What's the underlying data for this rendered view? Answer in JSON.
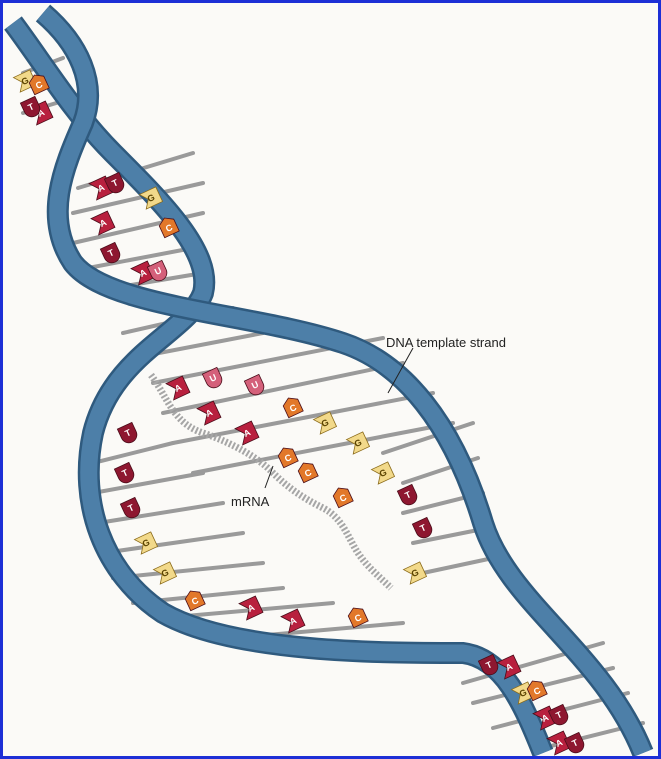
{
  "labels": {
    "dna_template_strand": "DNA  template strand",
    "mrna": "mRNA"
  },
  "colors": {
    "frame": "#1d2fd6",
    "backbone": "#4d7fa8",
    "backbone_dark": "#2f5a7e",
    "rung": "#9a9a9a",
    "maroon": "#8e1730",
    "crimson": "#b8203e",
    "pink": "#d4607a",
    "orange": "#e2782a",
    "yellow": "#f2d98a",
    "mrna_dots": "#a6a6a6"
  },
  "bases": [
    {
      "letter": "G",
      "color": "yellow"
    },
    {
      "letter": "C",
      "color": "orange"
    },
    {
      "letter": "A",
      "color": "crimson"
    },
    {
      "letter": "T",
      "color": "maroon"
    },
    {
      "letter": "A",
      "color": "crimson"
    },
    {
      "letter": "T",
      "color": "maroon"
    },
    {
      "letter": "A",
      "color": "crimson"
    },
    {
      "letter": "G",
      "color": "yellow"
    },
    {
      "letter": "C",
      "color": "orange"
    },
    {
      "letter": "T",
      "color": "maroon"
    },
    {
      "letter": "A",
      "color": "crimson"
    },
    {
      "letter": "U",
      "color": "pink"
    },
    {
      "letter": "A",
      "color": "crimson"
    },
    {
      "letter": "U",
      "color": "pink"
    },
    {
      "letter": "A",
      "color": "crimson"
    },
    {
      "letter": "U",
      "color": "pink"
    },
    {
      "letter": "A",
      "color": "crimson"
    },
    {
      "letter": "C",
      "color": "orange"
    },
    {
      "letter": "G",
      "color": "yellow"
    },
    {
      "letter": "C",
      "color": "orange"
    },
    {
      "letter": "G",
      "color": "yellow"
    },
    {
      "letter": "C",
      "color": "orange"
    },
    {
      "letter": "G",
      "color": "yellow"
    },
    {
      "letter": "C",
      "color": "orange"
    },
    {
      "letter": "T",
      "color": "maroon"
    },
    {
      "letter": "T",
      "color": "maroon"
    },
    {
      "letter": "G",
      "color": "yellow"
    },
    {
      "letter": "T",
      "color": "maroon"
    },
    {
      "letter": "T",
      "color": "maroon"
    },
    {
      "letter": "T",
      "color": "maroon"
    },
    {
      "letter": "G",
      "color": "yellow"
    },
    {
      "letter": "G",
      "color": "yellow"
    },
    {
      "letter": "C",
      "color": "orange"
    },
    {
      "letter": "A",
      "color": "crimson"
    },
    {
      "letter": "A",
      "color": "crimson"
    },
    {
      "letter": "C",
      "color": "orange"
    },
    {
      "letter": "T",
      "color": "maroon"
    },
    {
      "letter": "A",
      "color": "crimson"
    },
    {
      "letter": "G",
      "color": "yellow"
    },
    {
      "letter": "C",
      "color": "orange"
    },
    {
      "letter": "A",
      "color": "crimson"
    },
    {
      "letter": "T",
      "color": "maroon"
    },
    {
      "letter": "A",
      "color": "crimson"
    },
    {
      "letter": "T",
      "color": "maroon"
    }
  ]
}
